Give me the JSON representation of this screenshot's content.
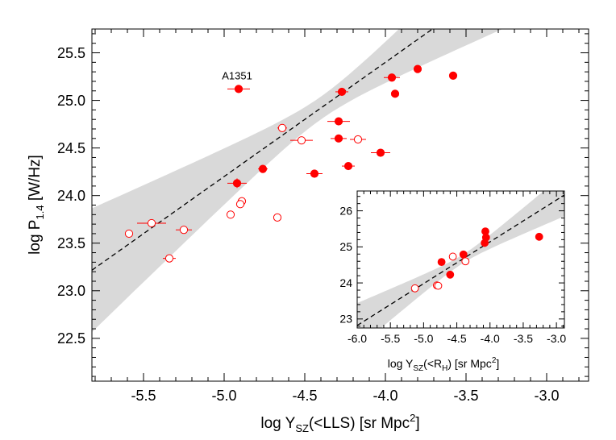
{
  "chart_data": [
    {
      "type": "scatter",
      "title": "",
      "xlabel": {
        "main": "log Y",
        "sub": "SZ",
        "rest": "(<LLS)  [sr Mpc",
        "sup": "2",
        "end": "]"
      },
      "ylabel": {
        "main": "log P",
        "sub": "1.4",
        "rest": "  [W/Hz]"
      },
      "xlim": [
        -5.82,
        -2.74
      ],
      "ylim": [
        22.05,
        25.75
      ],
      "xticks": [
        -5.5,
        -5.0,
        -4.5,
        -4.0,
        -3.5,
        -3.0
      ],
      "xtick_labels": [
        "-5.5",
        "-5.0",
        "-4.5",
        "-4.0",
        "-3.5",
        "-3.0"
      ],
      "yticks": [
        22.5,
        23.0,
        23.5,
        24.0,
        24.5,
        25.0,
        25.5
      ],
      "ytick_labels": [
        "22.5",
        "23.0",
        "23.5",
        "24.0",
        "24.5",
        "25.0",
        "25.5"
      ],
      "grid": false,
      "fit_line": {
        "slope": 1.2,
        "intercept": 30.2
      },
      "confidence_band": {
        "pivot": -4.4,
        "half_width_at_pivot": 0.12,
        "growth": 0.45
      },
      "annotations": [
        {
          "text": "A1351",
          "x": -4.92,
          "y": 25.22
        }
      ],
      "series": [
        {
          "marker": "filled",
          "color": "#ff0000",
          "points": [
            {
              "x": -4.91,
              "y": 25.12,
              "xerr": 0.07,
              "yerr": 0.0
            },
            {
              "x": -4.27,
              "y": 25.09,
              "xerr": 0.04,
              "yerr": 0.0
            },
            {
              "x": -3.96,
              "y": 25.24,
              "xerr": 0.05,
              "yerr": 0.0
            },
            {
              "x": -3.8,
              "y": 25.33,
              "xerr": 0.0,
              "yerr": 0.0
            },
            {
              "x": -3.58,
              "y": 25.26,
              "xerr": 0.0,
              "yerr": 0.0
            },
            {
              "x": -3.94,
              "y": 25.07,
              "xerr": 0.0,
              "yerr": 0.0
            },
            {
              "x": -4.29,
              "y": 24.78,
              "xerr": 0.07,
              "yerr": 0.0
            },
            {
              "x": -4.29,
              "y": 24.6,
              "xerr": 0.05,
              "yerr": 0.0
            },
            {
              "x": -4.03,
              "y": 24.45,
              "xerr": 0.06,
              "yerr": 0.0
            },
            {
              "x": -4.23,
              "y": 24.31,
              "xerr": 0.04,
              "yerr": 0.0
            },
            {
              "x": -4.44,
              "y": 24.23,
              "xerr": 0.05,
              "yerr": 0.0
            },
            {
              "x": -4.76,
              "y": 24.28,
              "xerr": 0.03,
              "yerr": 0.04
            },
            {
              "x": -4.92,
              "y": 24.13,
              "xerr": 0.06,
              "yerr": 0.05
            }
          ]
        },
        {
          "marker": "open",
          "color": "#ff0000",
          "points": [
            {
              "x": -4.64,
              "y": 24.71,
              "xerr": 0.03,
              "yerr": 0.0
            },
            {
              "x": -4.52,
              "y": 24.58,
              "xerr": 0.07,
              "yerr": 0.0
            },
            {
              "x": -4.17,
              "y": 24.59,
              "xerr": 0.05,
              "yerr": 0.0
            },
            {
              "x": -4.96,
              "y": 23.8,
              "xerr": 0.0,
              "yerr": 0.0
            },
            {
              "x": -4.89,
              "y": 23.94,
              "xerr": 0.0,
              "yerr": 0.0
            },
            {
              "x": -4.9,
              "y": 23.91,
              "xerr": 0.0,
              "yerr": 0.0
            },
            {
              "x": -4.67,
              "y": 23.77,
              "xerr": 0.0,
              "yerr": 0.0
            },
            {
              "x": -5.59,
              "y": 23.6,
              "xerr": 0.0,
              "yerr": 0.0
            },
            {
              "x": -5.45,
              "y": 23.71,
              "xerr": 0.09,
              "yerr": 0.0
            },
            {
              "x": -5.25,
              "y": 23.64,
              "xerr": 0.05,
              "yerr": 0.0
            },
            {
              "x": -5.34,
              "y": 23.34,
              "xerr": 0.04,
              "yerr": 0.0
            }
          ]
        }
      ]
    },
    {
      "type": "scatter",
      "title": "",
      "xlabel": {
        "main": "log Y",
        "sub": "SZ",
        "rest": "(<R",
        "sub2": "H",
        "rest2": ")  [sr Mpc",
        "sup": "2",
        "end": "]"
      },
      "ylabel": "",
      "xlim": [
        -6.0,
        -2.88
      ],
      "ylim": [
        22.75,
        26.55
      ],
      "xticks": [
        -6.0,
        -5.5,
        -5.0,
        -4.5,
        -4.0,
        -3.5,
        -3.0
      ],
      "xtick_labels": [
        "-6.0",
        "-5.5",
        "-5.0",
        "-4.5",
        "-4.0",
        "-3.5",
        "-3.0"
      ],
      "yticks": [
        23,
        24,
        25,
        26
      ],
      "ytick_labels": [
        "23",
        "24",
        "25",
        "26"
      ],
      "grid": false,
      "fit_line": {
        "slope": 1.16,
        "intercept": 29.78
      },
      "confidence_band": {
        "pivot": -4.4,
        "half_width_at_pivot": 0.12,
        "growth": 0.38
      },
      "series": [
        {
          "marker": "filled",
          "color": "#ff0000",
          "points": [
            {
              "x": -4.07,
              "y": 25.43
            },
            {
              "x": -4.06,
              "y": 25.26
            },
            {
              "x": -4.08,
              "y": 25.11
            },
            {
              "x": -3.26,
              "y": 25.28
            },
            {
              "x": -4.4,
              "y": 24.79
            },
            {
              "x": -4.73,
              "y": 24.58
            },
            {
              "x": -4.6,
              "y": 24.23
            }
          ]
        },
        {
          "marker": "open",
          "color": "#ff0000",
          "points": [
            {
              "x": -4.56,
              "y": 24.73
            },
            {
              "x": -4.37,
              "y": 24.6
            },
            {
              "x": -5.13,
              "y": 23.85
            },
            {
              "x": -4.8,
              "y": 23.93
            },
            {
              "x": -4.78,
              "y": 23.92
            }
          ]
        }
      ]
    }
  ]
}
